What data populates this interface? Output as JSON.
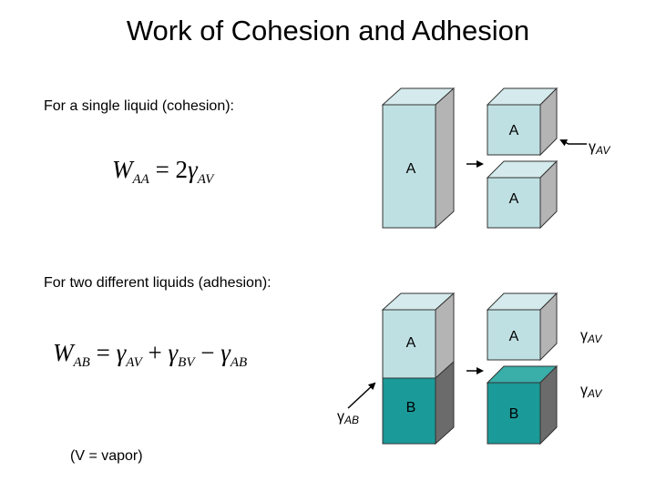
{
  "title": "Work of Cohesion and Adhesion",
  "cohesion": {
    "heading": "For a single liquid (cohesion):",
    "equation": {
      "lhs": "W",
      "lhs_sub": "AA",
      "eq": " = 2",
      "gamma": "γ",
      "gamma_sub": "AV"
    },
    "left_block_label": "A",
    "right_top_label": "A",
    "right_bottom_label": "A",
    "surface_label": {
      "gamma": "γ",
      "sub": "AV"
    }
  },
  "adhesion": {
    "heading": "For two different liquids (adhesion):",
    "equation": {
      "lhs": "W",
      "lhs_sub": "AB",
      "eq": " = ",
      "t1": "γ",
      "t1_sub": "AV",
      "plus": " + ",
      "t2": "γ",
      "t2_sub": "BV",
      "minus": " − ",
      "t3": "γ",
      "t3_sub": "AB"
    },
    "left_top_label": "A",
    "left_bottom_label": "B",
    "right_top_label": "A",
    "right_bottom_label": "B",
    "interface_label": {
      "gamma": "γ",
      "sub": "AB"
    },
    "surface_label_top": {
      "gamma": "γ",
      "sub": "AV"
    },
    "surface_label_bottom": {
      "gamma": "γ",
      "sub": "AV"
    }
  },
  "note": "(V = vapor)",
  "colors": {
    "liquid_a": "#bfe0e3",
    "liquid_b": "#1a9a99",
    "liquid_b_light": "#3aaea9",
    "top_face_a": "#d4eaec",
    "side_face": "#b4b4b4",
    "outline": "#333333"
  }
}
